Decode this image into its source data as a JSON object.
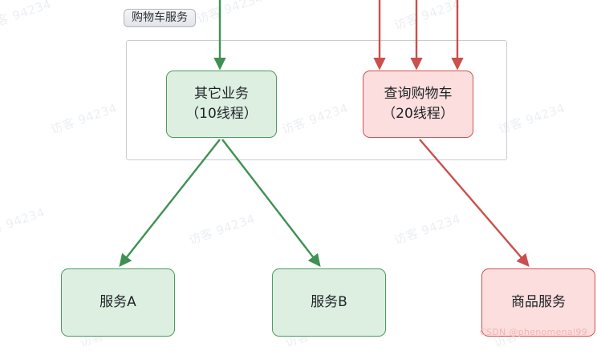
{
  "diagram": {
    "group": {
      "label": "购物车服务"
    },
    "nodes": [
      {
        "id": "other-business",
        "line1": "其它业务",
        "line2": "（10线程）",
        "color": "green"
      },
      {
        "id": "query-cart",
        "line1": "查询购物车",
        "line2": "（20线程）",
        "color": "red"
      },
      {
        "id": "service-a",
        "line1": "服务A",
        "line2": "",
        "color": "green"
      },
      {
        "id": "service-b",
        "line1": "服务B",
        "line2": "",
        "color": "green"
      },
      {
        "id": "product-service",
        "line1": "商品服务",
        "line2": "",
        "color": "red"
      }
    ],
    "colors": {
      "green_stroke": "#4e9a5f",
      "green_fill": "#ddefe1",
      "red_stroke": "#cf5350",
      "red_fill": "#fbdedd",
      "group_stroke": "#c9ccd4",
      "label_text": "#2b2f36"
    },
    "edges": [
      {
        "from": "top-inbound-1",
        "to": "other-business",
        "color": "green"
      },
      {
        "from": "top-inbound-2",
        "to": "query-cart",
        "color": "red"
      },
      {
        "from": "top-inbound-3",
        "to": "query-cart",
        "color": "red"
      },
      {
        "from": "top-inbound-4",
        "to": "query-cart",
        "color": "red"
      },
      {
        "from": "other-business",
        "to": "service-a",
        "color": "green"
      },
      {
        "from": "other-business",
        "to": "service-b",
        "color": "green"
      },
      {
        "from": "query-cart",
        "to": "product-service",
        "color": "red"
      }
    ]
  },
  "watermarks": {
    "tile_text": "访客 94234",
    "credit": "CSDN @phenomenal99"
  }
}
